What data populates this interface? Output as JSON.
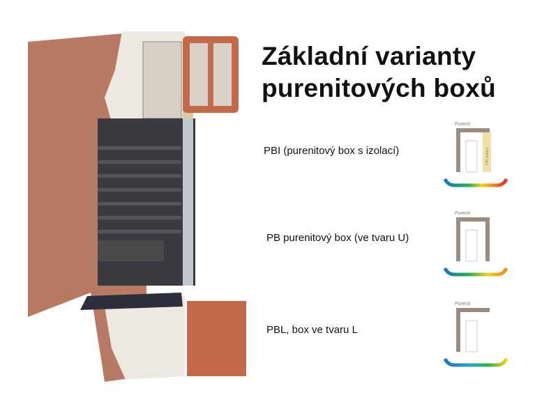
{
  "title": {
    "line1": "Základní varianty",
    "line2": "purenitových boxů"
  },
  "variants": [
    {
      "label": "PBI (purenitový box s izolací)",
      "thumb_text": "Purenit",
      "insulation_text": "PIR izolace",
      "gradient": [
        "#1e73c8",
        "#27b24a",
        "#f2d21b",
        "#e0302a"
      ]
    },
    {
      "label": "PB purenitový box (ve tvaru U)",
      "thumb_text": "Purenit",
      "gradient": [
        "#1e73c8",
        "#27b24a",
        "#f2d21b",
        "#f08a1c"
      ]
    },
    {
      "label": "PBL, box ve tvaru L",
      "thumb_text": "Purenit",
      "gradient": [
        "#1e73c8",
        "#2aa6c8",
        "#27b24a",
        "#f2d21b"
      ]
    }
  ],
  "colors": {
    "wall": "#b97a65",
    "plaster": "#ece8e2",
    "brick": "#c46a4a",
    "frame": "#333333"
  }
}
